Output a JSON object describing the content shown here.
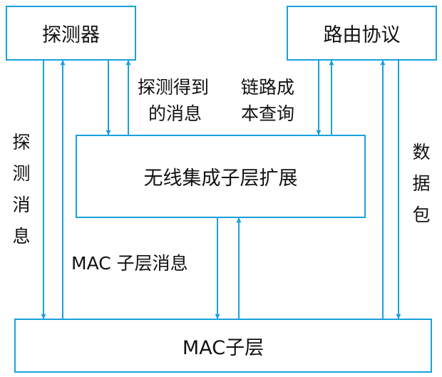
{
  "colors": {
    "line": "#1aa1dc",
    "text": "#111111"
  },
  "boxes": {
    "detector": "探测器",
    "routing_protocol": "路由协议",
    "wireless_sublayer_extension": "无线集成子层扩展",
    "mac_sublayer": "MAC子层"
  },
  "labels": {
    "detect_message_left": "探测消息",
    "detect_result_line1": "探测得到",
    "detect_result_line2": "的消息",
    "link_cost_line1": "链路成",
    "link_cost_line2": "本查询",
    "data_packet": "数据包",
    "mac_sublayer_message": "MAC 子层消息"
  }
}
